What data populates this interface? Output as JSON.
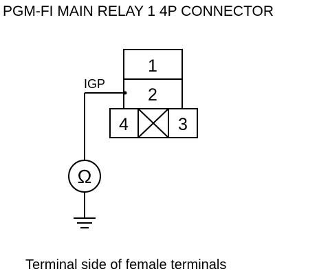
{
  "title": "PGM-FI MAIN RELAY 1 4P CONNECTOR",
  "caption": "Terminal side of female terminals",
  "connector": {
    "terminals": [
      {
        "id": "t1",
        "label": "1"
      },
      {
        "id": "t2",
        "label": "2"
      },
      {
        "id": "t4",
        "label": "4"
      },
      {
        "id": "t3",
        "label": "3"
      }
    ],
    "unused_cavity": "X"
  },
  "wire_label": "IGP",
  "meter": {
    "symbol": "Ω",
    "icon": "ohmmeter-icon"
  },
  "ground": {
    "icon": "ground-icon"
  }
}
